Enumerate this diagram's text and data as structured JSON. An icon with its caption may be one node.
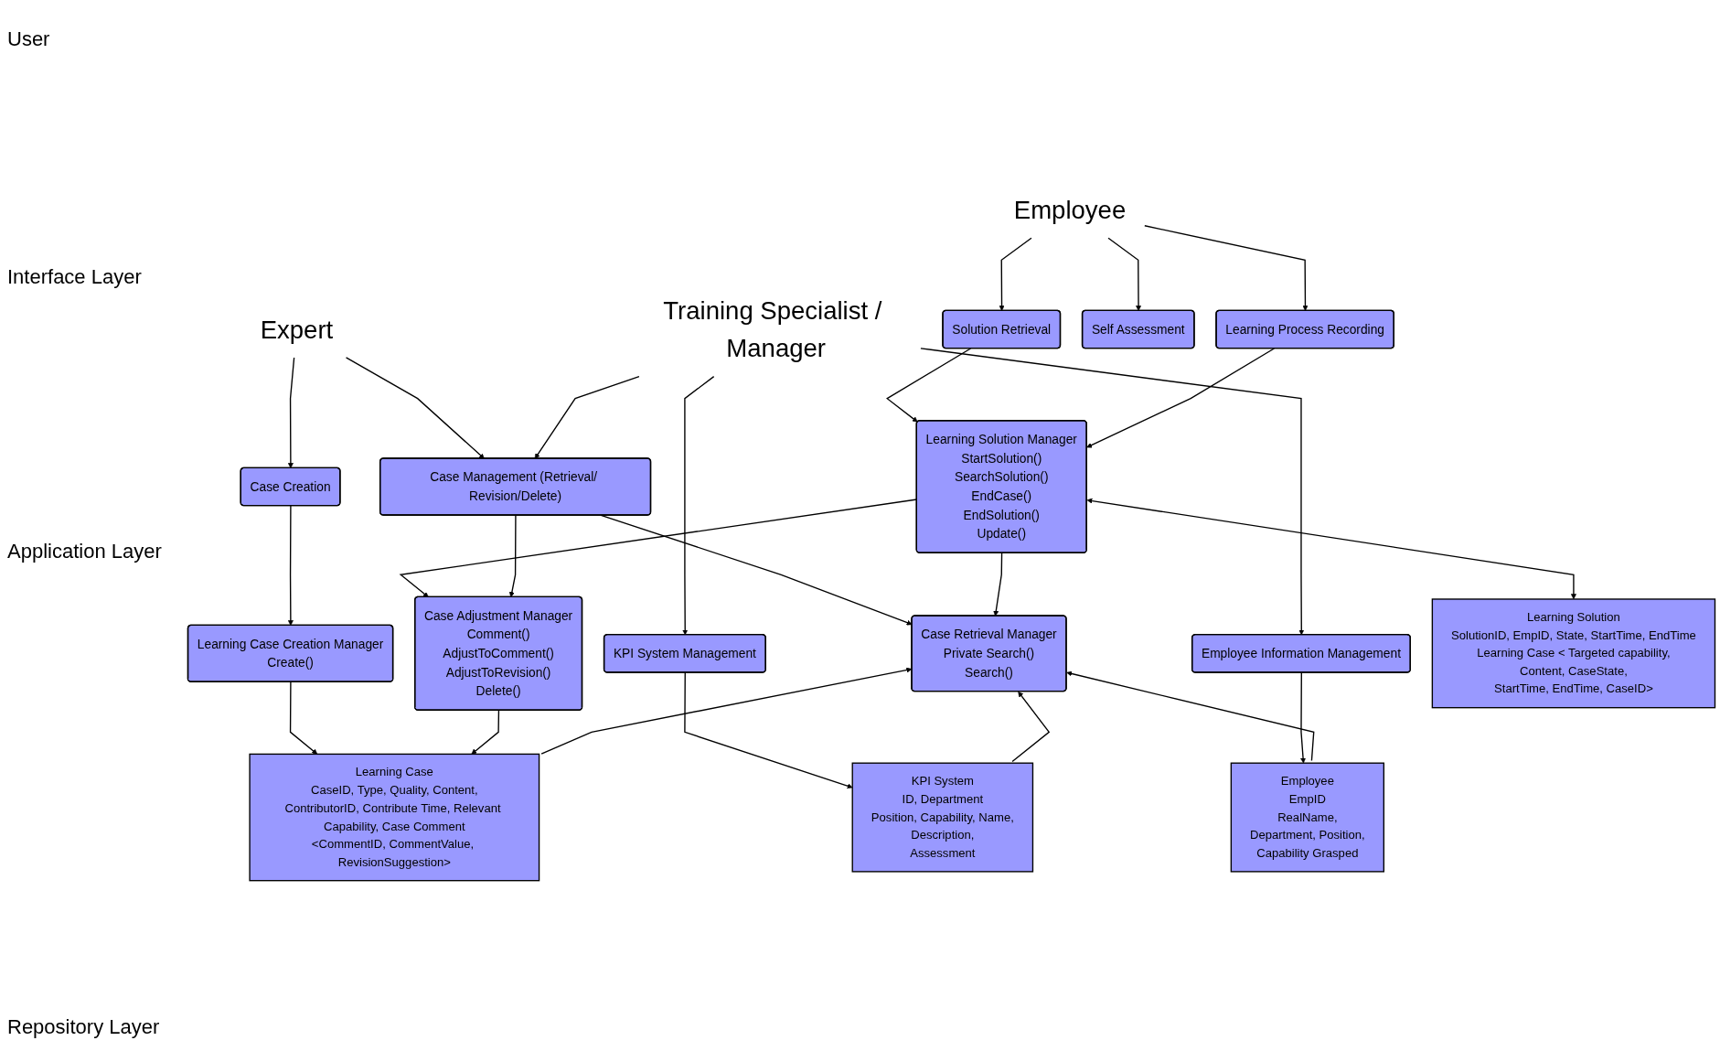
{
  "diagram": {
    "nodes": [
      {
        "text": [
          "Employee"
        ]
      },
      {
        "text": [
          "Expert"
        ]
      },
      {
        "text": [
          "Training Specialist / Manager"
        ]
      },
      {
        "text": [
          "Solution Retrieval"
        ]
      },
      {
        "text": [
          "Self Assessment"
        ]
      },
      {
        "text": [
          "Learning Process Recording"
        ]
      },
      {
        "text": [
          "Case Creation"
        ]
      },
      {
        "text": [
          "Case Management (Retrieval/ Revision/Delete)"
        ]
      },
      {
        "text": [
          "KPI System Management"
        ]
      },
      {
        "text": [
          "Employee Information Management"
        ]
      },
      {
        "text": [
          "Learning Case Creation Manager",
          "Create()"
        ]
      },
      {
        "text": [
          "Learning Solution Manager",
          "StartSolution()",
          "SearchSolution()",
          "EndCase()",
          "EndSolution()",
          "Update()"
        ]
      },
      {
        "text": [
          "Case Retrieval Manager",
          "Private Search()",
          "Search()"
        ]
      },
      {
        "text": [
          "Case Adjustment Manager",
          "Comment()",
          "AdjustToComment()",
          "AdjustToRevision()",
          "Delete()"
        ]
      },
      {
        "text": [
          "Learning Solution",
          "SolutionID, EmpID, State, StartTime, EndTime",
          "Learning Case < Targeted capability,",
          "Content, CaseState,",
          "StartTime, EndTime, CaseID>"
        ]
      },
      {
        "text": [
          "Learning Case",
          "CaseID, Type, Quality, Content,",
          "ContributorID, Contribute Time, Relevant Capability, Case Comment",
          "<CommentID, CommentValue, RevisionSuggestion>"
        ]
      },
      {
        "text": [
          "KPI System",
          "ID, Department",
          "Position, Capability, Name,",
          "Description,",
          "Assessment"
        ]
      },
      {
        "text": [
          "Employee",
          "EmpID",
          "RealName,",
          "Department, Position,",
          "Capability Grasped"
        ]
      }
    ],
    "edges": [
      {
        "from": 0,
        "to": 3,
        "arrow": "to"
      },
      {
        "from": 0,
        "to": 4,
        "arrow": "to"
      },
      {
        "from": 0,
        "to": 5,
        "arrow": "to"
      },
      {
        "from": 1,
        "to": 6,
        "arrow": "to"
      },
      {
        "from": 1,
        "to": 7,
        "arrow": "to"
      },
      {
        "from": 2,
        "to": 7,
        "arrow": "to"
      },
      {
        "from": 2,
        "to": 8,
        "arrow": "to"
      },
      {
        "from": 2,
        "to": 9,
        "arrow": "to"
      },
      {
        "from": 3,
        "to": 11,
        "arrow": "to"
      },
      {
        "from": 5,
        "to": 11,
        "arrow": "to"
      },
      {
        "from": 6,
        "to": 10,
        "arrow": "to"
      },
      {
        "from": 11,
        "to": 13,
        "arrow": "to"
      },
      {
        "from": 7,
        "to": 12,
        "arrow": "to"
      },
      {
        "from": 7,
        "to": 13,
        "arrow": "to"
      },
      {
        "from": 11,
        "to": 12,
        "arrow": "to"
      },
      {
        "from": 8,
        "to": 16,
        "arrow": "to"
      },
      {
        "from": 9,
        "to": 17,
        "arrow": "to"
      },
      {
        "from": 10,
        "to": 15,
        "arrow": "to"
      },
      {
        "from": 13,
        "to": 15,
        "arrow": "to"
      },
      {
        "from": 11,
        "to": 14,
        "arrow": "both"
      },
      {
        "from": 15,
        "to": 12,
        "arrow": "to"
      },
      {
        "from": 16,
        "to": 12,
        "arrow": "to"
      },
      {
        "from": 17,
        "to": 12,
        "arrow": "to"
      }
    ],
    "labels": [
      "User",
      "Interface Layer",
      "Application Layer",
      "Repository Layer"
    ]
  }
}
